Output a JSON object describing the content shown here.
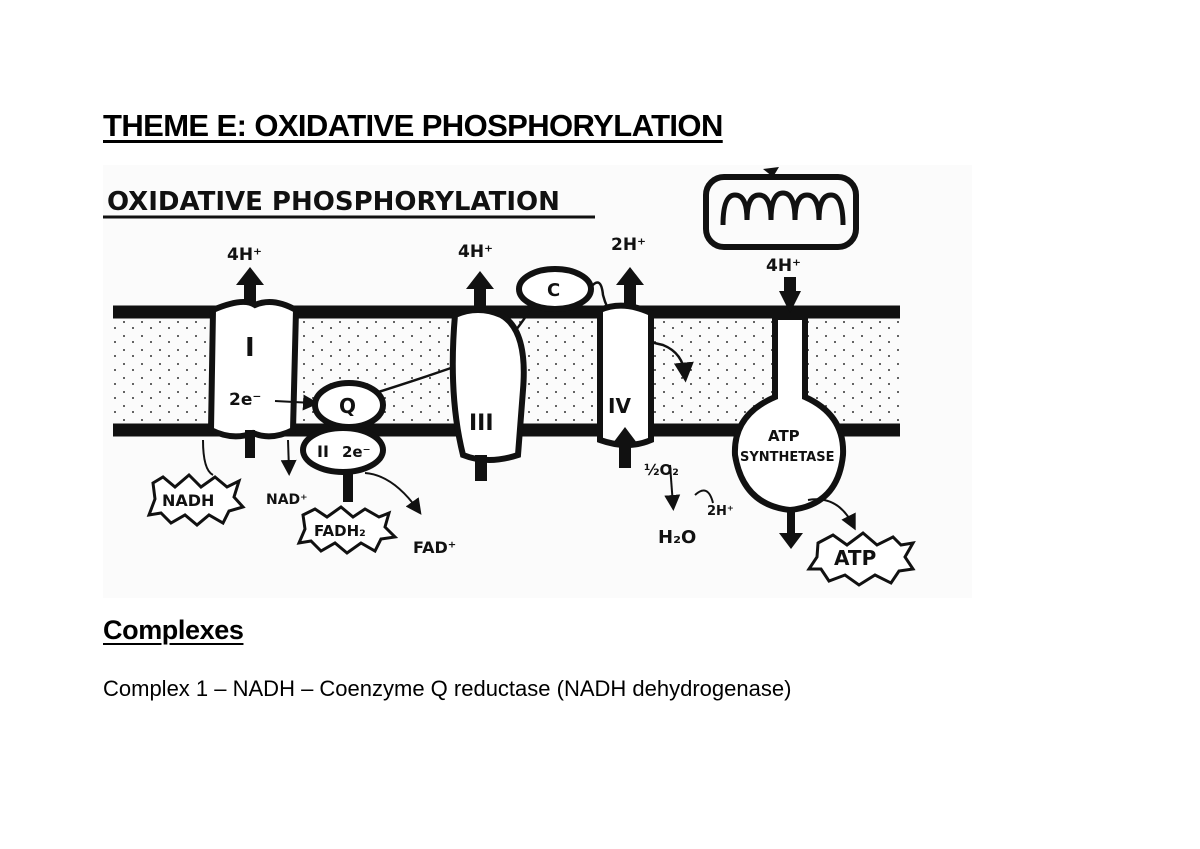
{
  "document": {
    "title": "THEME E: OXIDATIVE PHOSPHORYLATION",
    "section_heading": "Complexes",
    "complexes": [
      "Complex 1 – NADH – Coenzyme Q reductase (NADH dehydrogenase)"
    ]
  },
  "diagram": {
    "title": "OXIDATIVE PHOSPHORYLATION",
    "complex_1": "I",
    "complex_2": "II",
    "complex_3": "III",
    "complex_4": "IV",
    "coenzyme_q": "Q",
    "cytochrome_c": "C",
    "electrons_1": "2e⁻",
    "electrons_2": "2e⁻",
    "proton_1": "4H⁺",
    "proton_3": "4H⁺",
    "proton_4": "2H⁺",
    "proton_atp": "4H⁺",
    "nadh": "NADH",
    "nad": "NAD⁺",
    "fadh2": "FADH₂",
    "fad": "FAD⁺",
    "half_o2": "½O₂",
    "two_h": "2H⁺",
    "water": "H₂O",
    "atp_synthase_line1": "ATP",
    "atp_synthase_line2": "SYNTHETASE",
    "atp": "ATP"
  },
  "colors": {
    "ink": "#111111",
    "background": "#ffffff",
    "paper": "#fbfbfb"
  }
}
